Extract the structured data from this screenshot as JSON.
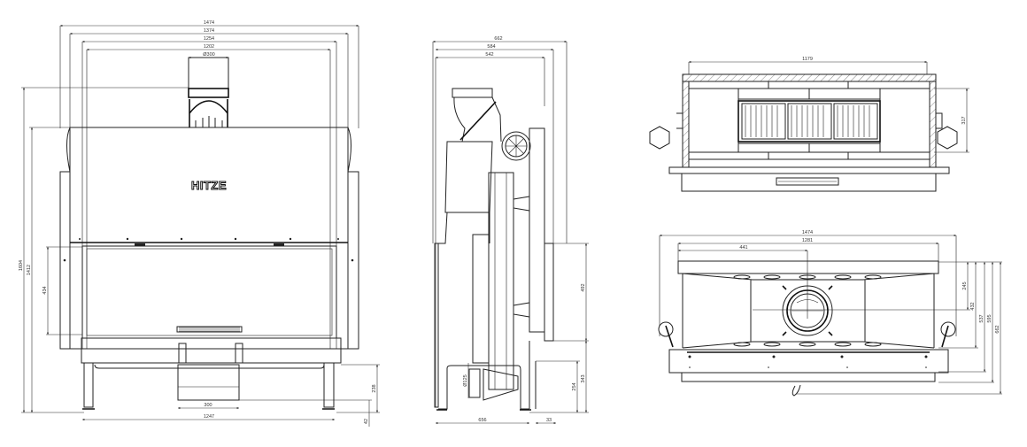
{
  "front_view": {
    "logo": "HITZE",
    "dims": {
      "w_outer": "1474",
      "w_2": "1374",
      "w_3": "1254",
      "w_4": "1202",
      "flue": "Ø300",
      "h_total": "1604",
      "h_body": "1412",
      "glass_h": "434",
      "legs_w": "1247",
      "ashbox_w": "300",
      "base_h": "238",
      "foot_h": "42"
    }
  },
  "side_view": {
    "dims": {
      "d_outer": "662",
      "d_2": "584",
      "d_3": "542",
      "door_h": "492",
      "base_h": "343",
      "inlet_h": "254",
      "air_inlet": "Ø125",
      "depth_base": "656",
      "offset": "33"
    }
  },
  "top_section_view": {
    "dims": {
      "inner_w": "1179",
      "firebox_d": "317"
    }
  },
  "plan_view": {
    "dims": {
      "w_outer": "1474",
      "w_inner": "1281",
      "flue_offset": "441",
      "flue_d": "245",
      "d_2": "432",
      "d_3": "537",
      "d_4": "595",
      "d_total": "662"
    }
  }
}
